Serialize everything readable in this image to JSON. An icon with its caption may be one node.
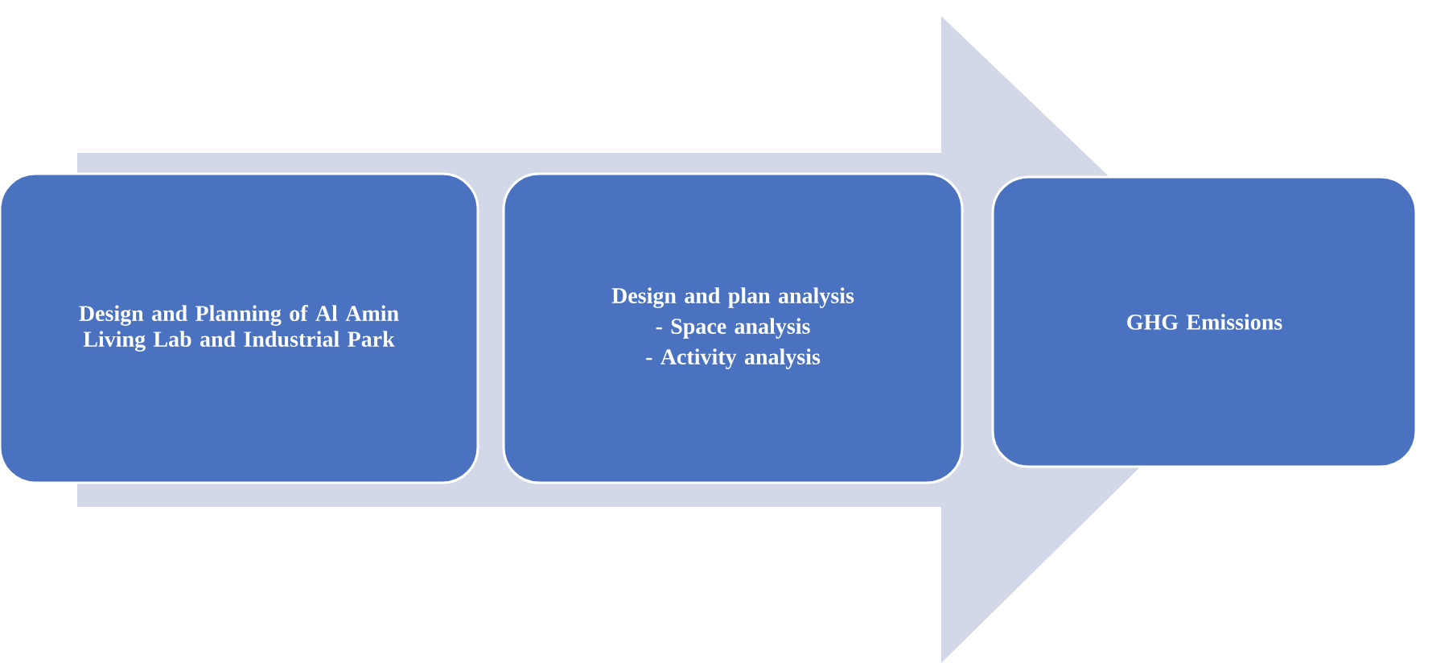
{
  "diagram": {
    "nodes": [
      {
        "text": [
          "Design and Planning of Al Amin Living Lab and Industrial Park"
        ]
      },
      {
        "text": [
          "Design and plan analysis",
          "- Space analysis",
          "- Activity analysis"
        ]
      },
      {
        "text": [
          "GHG Emissions"
        ]
      }
    ],
    "edges": [
      {
        "from": 0,
        "to": 2,
        "arrow": "to"
      }
    ]
  }
}
